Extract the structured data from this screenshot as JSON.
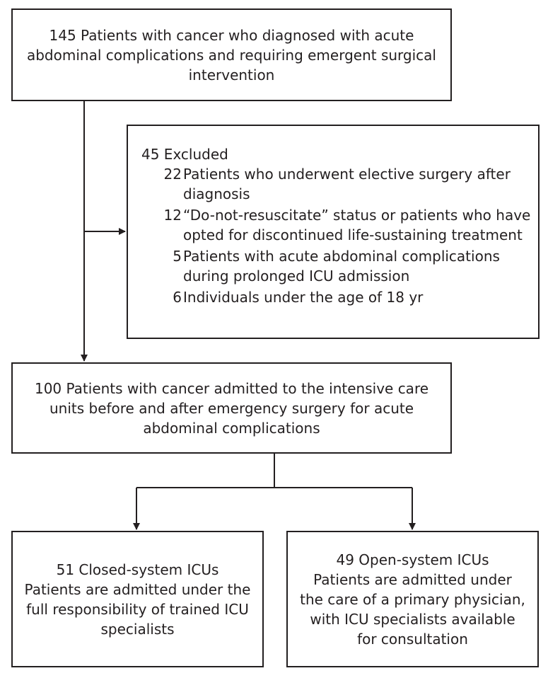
{
  "top_box": {
    "lines": [
      "145 Patients with cancer who diagnosed with acute",
      "abdominal complications and requiring emergent surgical",
      "intervention"
    ]
  },
  "excluded_box": {
    "header": "45 Excluded",
    "items": [
      {
        "num": "22",
        "lines": [
          "Patients who underwent elective surgery after",
          "diagnosis"
        ]
      },
      {
        "num": "12",
        "lines": [
          "“Do-not-resuscitate” status or patients who have",
          "opted for discontinued life-sustaining treatment"
        ]
      },
      {
        "num": "5",
        "lines": [
          "Patients with acute abdominal complications",
          "during prolonged ICU admission"
        ]
      },
      {
        "num": "6",
        "lines": [
          "Individuals under the age of 18 yr"
        ]
      }
    ]
  },
  "middle_box": {
    "lines": [
      "100 Patients with cancer admitted to the intensive care",
      "units before and after emergency surgery for acute",
      "abdominal complications"
    ]
  },
  "left_box": {
    "lines": [
      "51 Closed-system ICUs",
      "Patients are admitted under the",
      "full responsibility of trained ICU",
      "specialists"
    ]
  },
  "right_box": {
    "lines": [
      "49 Open-system ICUs",
      "Patients are admitted under",
      "the care of a primary physician,",
      "with ICU specialists available",
      "for consultation"
    ]
  }
}
